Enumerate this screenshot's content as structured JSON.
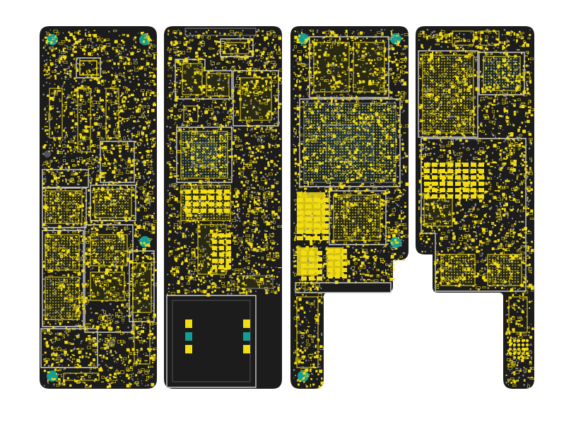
{
  "colors": {
    "background": "#ffffff",
    "board": "#1c1c1c",
    "copper": "#f2dc12",
    "via": "#8a8a8a",
    "outline": "#cfcfcf",
    "mounting_hole": "#149c96",
    "dark_hole": "#555555"
  },
  "boards": [
    {
      "id": "board-1",
      "component_density": "high"
    },
    {
      "id": "board-2",
      "component_density": "high"
    },
    {
      "id": "board-3",
      "component_density": "high"
    },
    {
      "id": "board-4",
      "component_density": "high"
    }
  ],
  "icons": [
    "mounting-hole-icon",
    "bga-chip-icon",
    "connector-icon"
  ]
}
